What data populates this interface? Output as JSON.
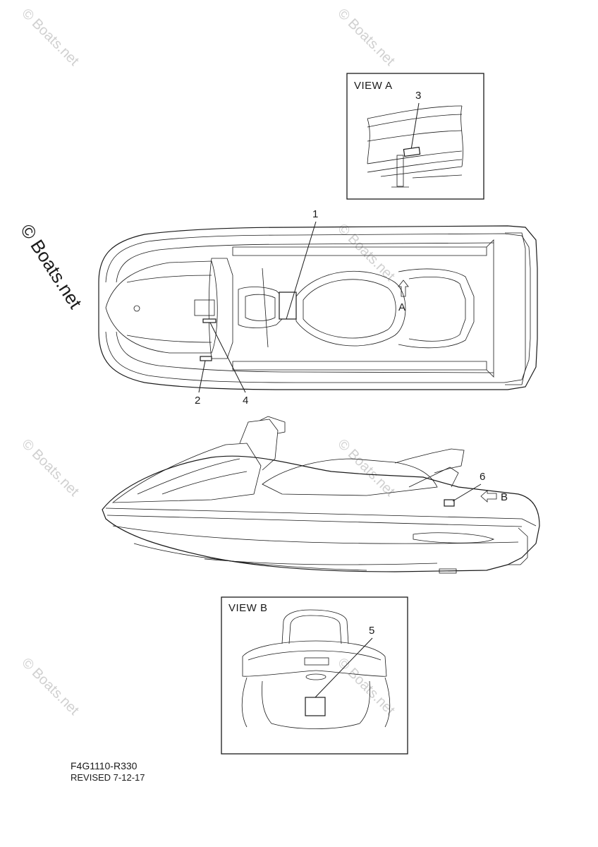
{
  "watermark": {
    "text": "© Boats.net",
    "big_text": "© Boats.net"
  },
  "view_a": {
    "title": "VIEW A",
    "callout": "3"
  },
  "top_view": {
    "callouts": [
      "1",
      "2",
      "4"
    ],
    "arrow_label": "A"
  },
  "side_view": {
    "callout": "6",
    "arrow_label": "B"
  },
  "view_b": {
    "title": "VIEW B",
    "callout": "5"
  },
  "footer": {
    "part_code": "F4G1110-R330",
    "revised": "REVISED 7-12-17"
  }
}
